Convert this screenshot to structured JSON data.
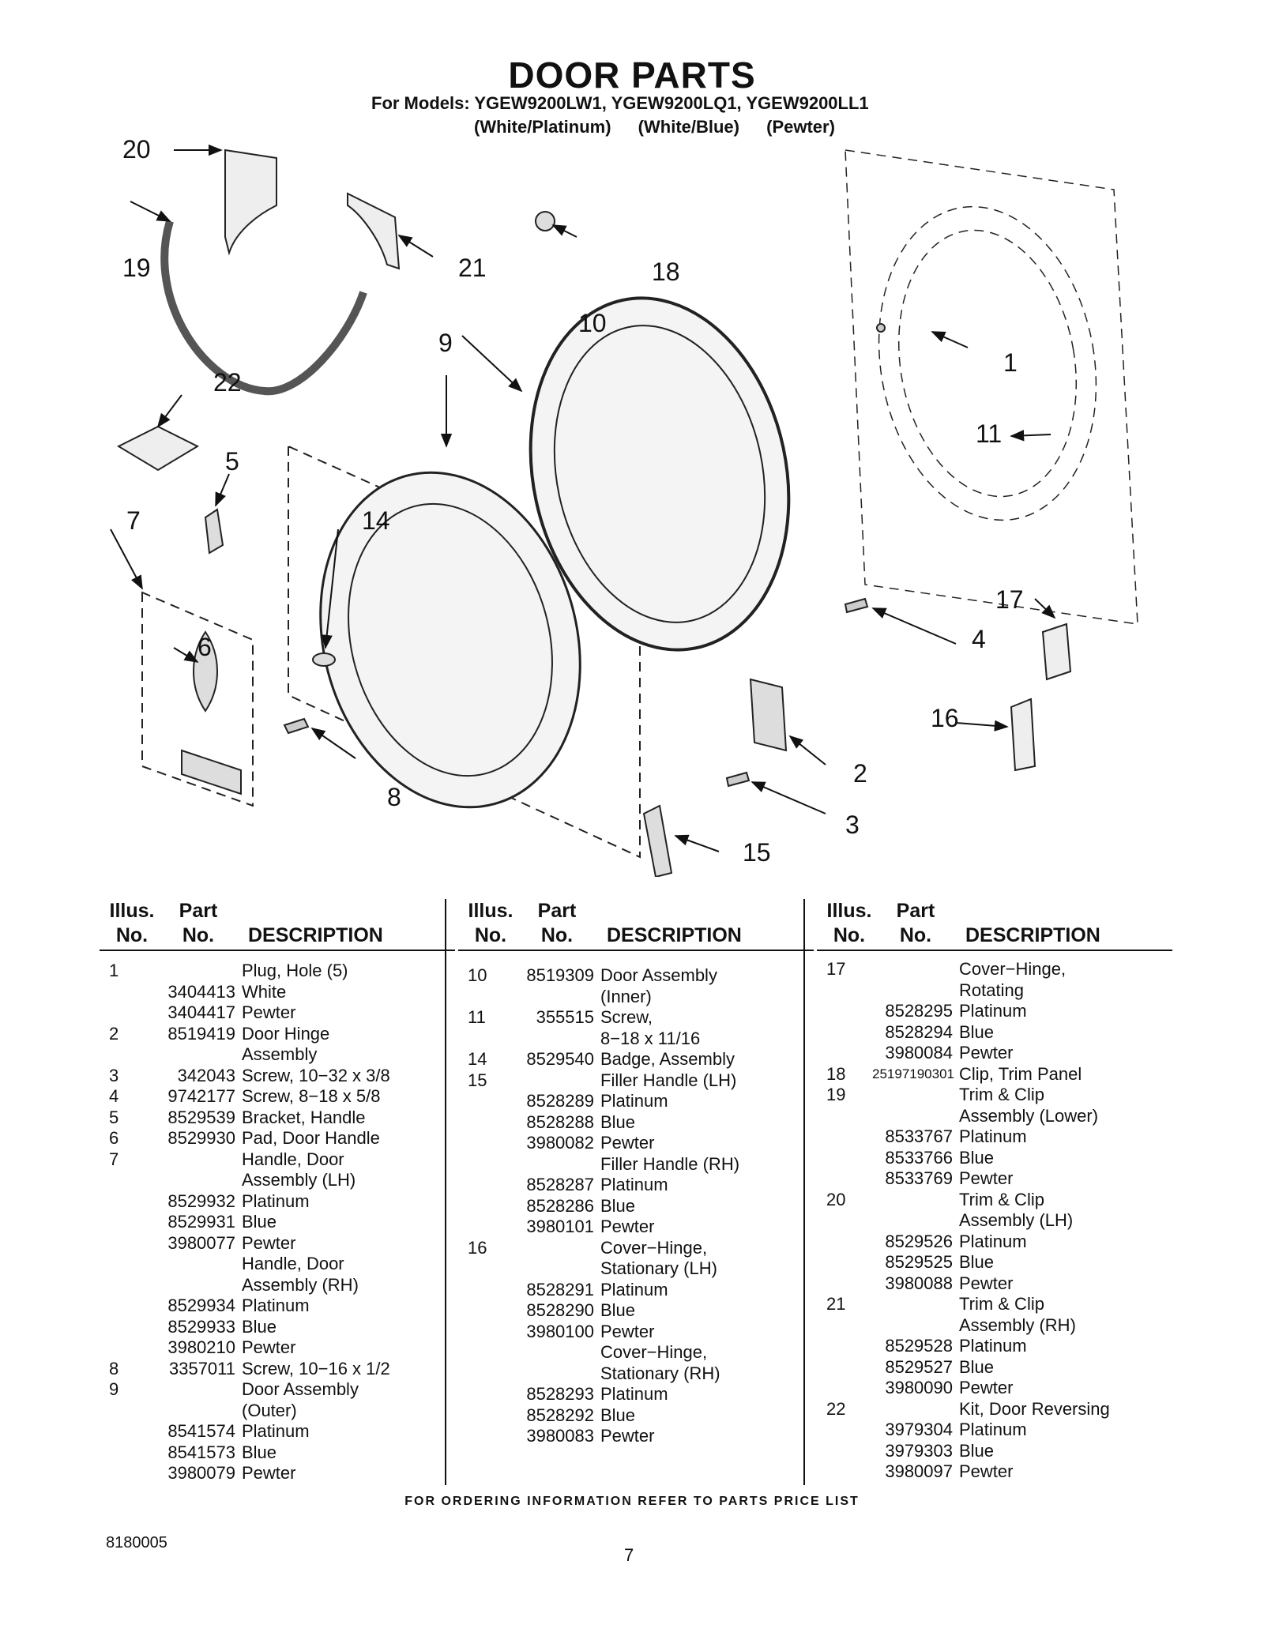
{
  "header": {
    "title": "DOOR PARTS",
    "models": "For Models: YGEW9200LW1, YGEW9200LQ1, YGEW9200LL1",
    "variants": [
      "(White/Platinum)",
      "(White/Blue)",
      "(Pewter)"
    ]
  },
  "diagram": {
    "callouts": [
      "1",
      "2",
      "3",
      "4",
      "5",
      "6",
      "7",
      "8",
      "9",
      "10",
      "11",
      "14",
      "15",
      "16",
      "17",
      "18",
      "19",
      "20",
      "21",
      "22"
    ]
  },
  "table": {
    "headers": {
      "illus_top": "Illus.",
      "illus_bottom": "No.",
      "part_top": "Part",
      "part_bottom": "No.",
      "description": "DESCRIPTION"
    },
    "columns": [
      [
        {
          "illus": "1",
          "part": "",
          "desc": "Plug, Hole (5)"
        },
        {
          "illus": "",
          "part": "3404413",
          "desc": "White"
        },
        {
          "illus": "",
          "part": "3404417",
          "desc": "Pewter"
        },
        {
          "illus": "2",
          "part": "8519419",
          "desc": "Door Hinge"
        },
        {
          "illus": "",
          "part": "",
          "desc": "Assembly"
        },
        {
          "illus": "3",
          "part": "342043",
          "desc": "Screw, 10−32 x 3/8"
        },
        {
          "illus": "4",
          "part": "9742177",
          "desc": "Screw, 8−18 x 5/8"
        },
        {
          "illus": "5",
          "part": "8529539",
          "desc": "Bracket, Handle"
        },
        {
          "illus": "6",
          "part": "8529930",
          "desc": "Pad, Door Handle"
        },
        {
          "illus": "7",
          "part": "",
          "desc": "Handle, Door"
        },
        {
          "illus": "",
          "part": "",
          "desc": "Assembly (LH)"
        },
        {
          "illus": "",
          "part": "8529932",
          "desc": "Platinum"
        },
        {
          "illus": "",
          "part": "8529931",
          "desc": "Blue"
        },
        {
          "illus": "",
          "part": "3980077",
          "desc": "Pewter"
        },
        {
          "illus": "",
          "part": "",
          "desc": "Handle, Door"
        },
        {
          "illus": "",
          "part": "",
          "desc": "Assembly (RH)"
        },
        {
          "illus": "",
          "part": "8529934",
          "desc": "Platinum"
        },
        {
          "illus": "",
          "part": "8529933",
          "desc": "Blue"
        },
        {
          "illus": "",
          "part": "3980210",
          "desc": "Pewter"
        },
        {
          "illus": "8",
          "part": "3357011",
          "desc": "Screw, 10−16 x 1/2"
        },
        {
          "illus": "9",
          "part": "",
          "desc": "Door Assembly"
        },
        {
          "illus": "",
          "part": "",
          "desc": "(Outer)"
        },
        {
          "illus": "",
          "part": "8541574",
          "desc": "Platinum"
        },
        {
          "illus": "",
          "part": "8541573",
          "desc": "Blue"
        },
        {
          "illus": "",
          "part": "3980079",
          "desc": "Pewter"
        }
      ],
      [
        {
          "illus": "10",
          "part": "8519309",
          "desc": "Door Assembly"
        },
        {
          "illus": "",
          "part": "",
          "desc": "(Inner)"
        },
        {
          "illus": "11",
          "part": "355515",
          "desc": "Screw,"
        },
        {
          "illus": "",
          "part": "",
          "desc": "8−18 x 11/16"
        },
        {
          "illus": "14",
          "part": "8529540",
          "desc": "Badge, Assembly"
        },
        {
          "illus": "15",
          "part": "",
          "desc": "Filler Handle (LH)"
        },
        {
          "illus": "",
          "part": "8528289",
          "desc": "Platinum"
        },
        {
          "illus": "",
          "part": "8528288",
          "desc": "Blue"
        },
        {
          "illus": "",
          "part": "3980082",
          "desc": "Pewter"
        },
        {
          "illus": "",
          "part": "",
          "desc": "Filler Handle (RH)"
        },
        {
          "illus": "",
          "part": "8528287",
          "desc": "Platinum"
        },
        {
          "illus": "",
          "part": "8528286",
          "desc": "Blue"
        },
        {
          "illus": "",
          "part": "3980101",
          "desc": "Pewter"
        },
        {
          "illus": "16",
          "part": "",
          "desc": "Cover−Hinge,"
        },
        {
          "illus": "",
          "part": "",
          "desc": "Stationary (LH)"
        },
        {
          "illus": "",
          "part": "8528291",
          "desc": "Platinum"
        },
        {
          "illus": "",
          "part": "8528290",
          "desc": "Blue"
        },
        {
          "illus": "",
          "part": "3980100",
          "desc": "Pewter"
        },
        {
          "illus": "",
          "part": "",
          "desc": "Cover−Hinge,"
        },
        {
          "illus": "",
          "part": "",
          "desc": "Stationary (RH)"
        },
        {
          "illus": "",
          "part": "8528293",
          "desc": "Platinum"
        },
        {
          "illus": "",
          "part": "8528292",
          "desc": "Blue"
        },
        {
          "illus": "",
          "part": "3980083",
          "desc": "Pewter"
        }
      ],
      [
        {
          "illus": "17",
          "part": "",
          "desc": "Cover−Hinge,"
        },
        {
          "illus": "",
          "part": "",
          "desc": "Rotating"
        },
        {
          "illus": "",
          "part": "8528295",
          "desc": "Platinum"
        },
        {
          "illus": "",
          "part": "8528294",
          "desc": "Blue"
        },
        {
          "illus": "",
          "part": "3980084",
          "desc": "Pewter"
        },
        {
          "illus": "18",
          "part": "25197190301",
          "desc": "Clip, Trim Panel"
        },
        {
          "illus": "19",
          "part": "",
          "desc": "Trim & Clip"
        },
        {
          "illus": "",
          "part": "",
          "desc": "Assembly (Lower)"
        },
        {
          "illus": "",
          "part": "8533767",
          "desc": "Platinum"
        },
        {
          "illus": "",
          "part": "8533766",
          "desc": "Blue"
        },
        {
          "illus": "",
          "part": "8533769",
          "desc": "Pewter"
        },
        {
          "illus": "20",
          "part": "",
          "desc": "Trim & Clip"
        },
        {
          "illus": "",
          "part": "",
          "desc": "Assembly (LH)"
        },
        {
          "illus": "",
          "part": "8529526",
          "desc": "Platinum"
        },
        {
          "illus": "",
          "part": "8529525",
          "desc": "Blue"
        },
        {
          "illus": "",
          "part": "3980088",
          "desc": "Pewter"
        },
        {
          "illus": "21",
          "part": "",
          "desc": "Trim & Clip"
        },
        {
          "illus": "",
          "part": "",
          "desc": "Assembly (RH)"
        },
        {
          "illus": "",
          "part": "8529528",
          "desc": "Platinum"
        },
        {
          "illus": "",
          "part": "8529527",
          "desc": "Blue"
        },
        {
          "illus": "",
          "part": "3980090",
          "desc": "Pewter"
        },
        {
          "illus": "22",
          "part": "",
          "desc": "Kit, Door Reversing"
        },
        {
          "illus": "",
          "part": "3979304",
          "desc": "Platinum"
        },
        {
          "illus": "",
          "part": "3979303",
          "desc": "Blue"
        },
        {
          "illus": "",
          "part": "3980097",
          "desc": "Pewter"
        }
      ]
    ]
  },
  "footer": {
    "ordering_note": "FOR ORDERING INFORMATION REFER TO PARTS PRICE LIST",
    "doc_number": "8180005",
    "page_number": "7"
  }
}
